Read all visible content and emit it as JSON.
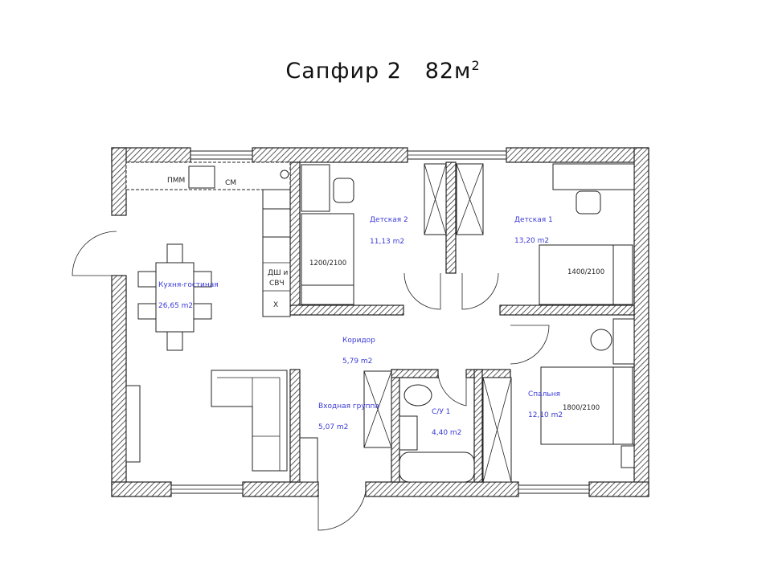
{
  "title": {
    "name": "Сапфир 2",
    "area": "82м",
    "sup": "2"
  },
  "rooms": [
    {
      "name": "Кухня-гостиная",
      "area": "26,65 m2"
    },
    {
      "name": "Детская 2",
      "area": "11,13 m2"
    },
    {
      "name": "Детская 1",
      "area": "13,20 m2"
    },
    {
      "name": "Коридор",
      "area": "5,79 m2"
    },
    {
      "name": "Входная группа",
      "area": "5,07 m2"
    },
    {
      "name": "С/У 1",
      "area": "4,40 m2"
    },
    {
      "name": "Спальня",
      "area": "12,10 m2"
    }
  ],
  "beds": [
    "1200/2100",
    "1400/2100",
    "1800/2100"
  ],
  "appliances": {
    "dishwasher": "ПММ",
    "washer": "СМ",
    "oven_micro_1": "ДШ и",
    "oven_micro_2": "СВЧ",
    "fridge": "Х"
  }
}
